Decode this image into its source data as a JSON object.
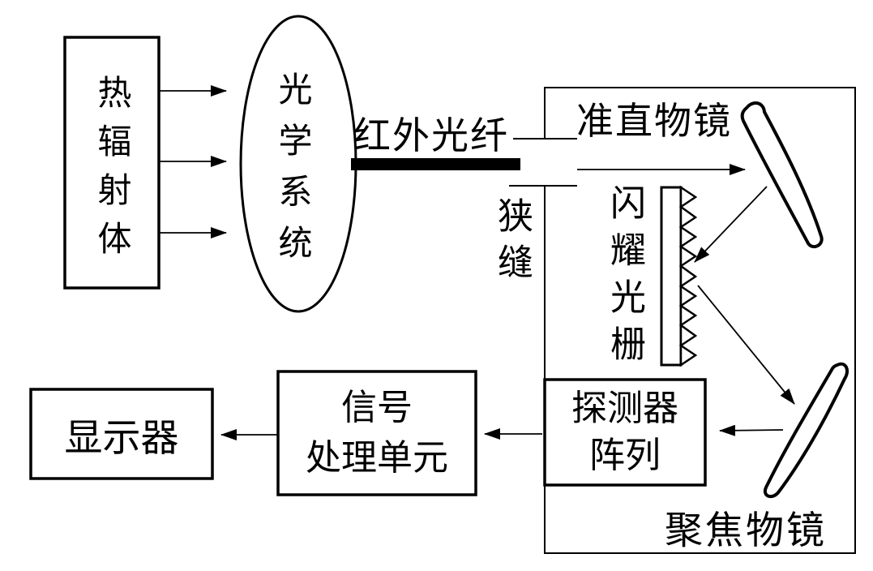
{
  "diagram": {
    "type": "block-diagram",
    "subject": "infrared fiber spectrometer system",
    "colors": {
      "line": "#000000",
      "background": "#ffffff",
      "fiber_bar": "#000000"
    },
    "nodes": {
      "thermal_radiator": {
        "label": "热辐射体",
        "shape": "rectangle",
        "text_direction": "vertical"
      },
      "optical_system": {
        "label": "光学系统",
        "shape": "ellipse",
        "text_direction": "vertical"
      },
      "infrared_fiber": {
        "label": "红外光纤",
        "shape": "thick-bar"
      },
      "slit": {
        "label": "狭缝",
        "text_direction": "vertical"
      },
      "collimating_lens": {
        "label": "准直物镜",
        "shape": "tilted-mirror"
      },
      "blazed_grating": {
        "label": "闪耀光栅",
        "shape": "sawtooth-grating",
        "text_direction": "vertical"
      },
      "focusing_lens": {
        "label": "聚焦物镜",
        "shape": "tilted-mirror"
      },
      "detector_array": {
        "label": "探测器阵列",
        "line1": "探测器",
        "line2": "阵列",
        "shape": "rectangle"
      },
      "signal_processor": {
        "label": "信号处理单元",
        "line1": "信号",
        "line2": "处理单元",
        "shape": "rectangle"
      },
      "display": {
        "label": "显示器",
        "shape": "rectangle"
      }
    },
    "connections": [
      {
        "from": "thermal_radiator",
        "to": "optical_system",
        "style": "three-parallel-arrows"
      },
      {
        "from": "optical_system",
        "to": "slit",
        "via": "infrared_fiber",
        "style": "thick-black-bar"
      },
      {
        "from": "slit",
        "to": "collimating_lens",
        "style": "arrow"
      },
      {
        "from": "collimating_lens",
        "to": "blazed_grating",
        "style": "arrow"
      },
      {
        "from": "blazed_grating",
        "to": "focusing_lens",
        "style": "arrow"
      },
      {
        "from": "focusing_lens",
        "to": "detector_array",
        "style": "arrow"
      },
      {
        "from": "detector_array",
        "to": "signal_processor",
        "style": "arrow"
      },
      {
        "from": "signal_processor",
        "to": "display",
        "style": "arrow"
      }
    ]
  }
}
